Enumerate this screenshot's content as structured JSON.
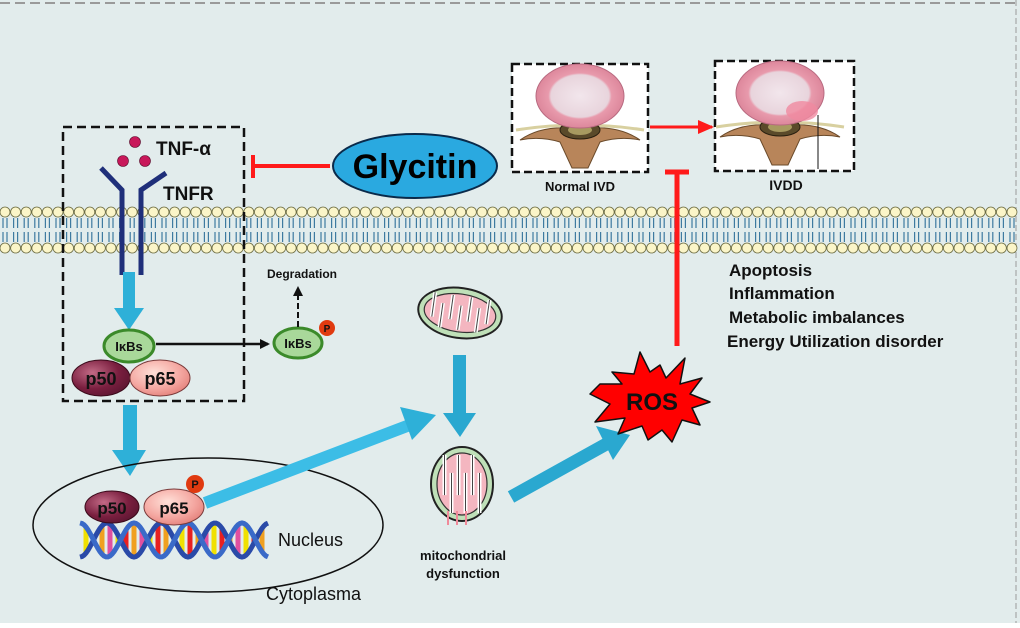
{
  "diagram": {
    "title_compound": "Glycitin",
    "ligand_label": "TNF-α",
    "receptor_label": "TNFR",
    "degradation_label": "Degradation",
    "ikbs_label": "IκBs",
    "ikbs_p_label": "IκBs",
    "phospho_label": "P",
    "p50_label": "p50",
    "p65_label": "p65",
    "nucleus_label": "Nucleus",
    "cytoplasma_label": "Cytoplasma",
    "mito_label_line1": "mitochondrial",
    "mito_label_line2": "dysfunction",
    "ros_label": "ROS",
    "normal_ivd_label": "Normal IVD",
    "ivdd_label": "IVDD",
    "outcomes": [
      "Apoptosis",
      "Inflammation",
      "Metabolic imbalances",
      "Energy Utilization disorder"
    ]
  },
  "colors": {
    "background": "#e2ecec",
    "border_dash": "#999999",
    "glycitin_fill": "#2aa9e0",
    "inhibit_red": "#ff1a1a",
    "flow_arrow_blue": "#2eb0d8",
    "receptor_navy": "#1f2f7a",
    "ligand_dot": "#c8185a",
    "ikbs_fill": "#a9d89a",
    "ikbs_stroke": "#3b8a2a",
    "p50_fill": "#8a2a4a",
    "p65_fill": "#f4a6a0",
    "phospho_fill": "#e03a10",
    "ros_fill": "#ff0000",
    "mito_outer": "#bfe0b8",
    "mito_inner": "#f4b6c0",
    "membrane_head": "#fbf5c8",
    "membrane_tail": "#3e7aa0"
  }
}
